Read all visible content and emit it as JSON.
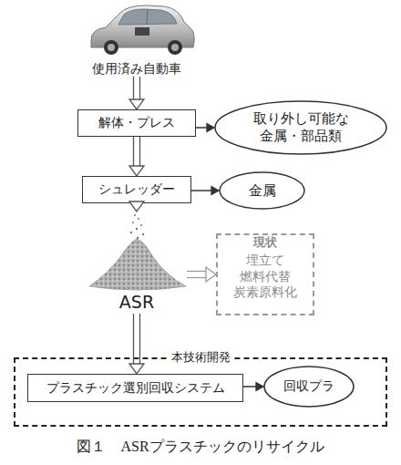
{
  "diagram": {
    "caption": "図１　ASRプラスチックのリサイクル",
    "nodes": [
      {
        "text": [
          "使用済み自動車"
        ]
      },
      {
        "text": [
          "解体・プレス"
        ]
      },
      {
        "text": [
          "取り外し可能な 金属・部品類"
        ]
      },
      {
        "text": [
          "シュレッダー"
        ]
      },
      {
        "text": [
          "金属"
        ]
      },
      {
        "text": [
          "ASR"
        ]
      },
      {
        "text": [
          "現状",
          "埋立て 燃料代替 炭素原料化"
        ]
      },
      {
        "text": [
          "本技術開発"
        ]
      },
      {
        "text": [
          "プラスチック選別回収システム"
        ],
        "in": 7
      },
      {
        "text": [
          "回収プラ"
        ],
        "in": 7
      }
    ],
    "edges": [
      {
        "from": 0,
        "to": 1,
        "arrow": "to"
      },
      {
        "from": 1,
        "to": 2,
        "arrow": "to"
      },
      {
        "from": 1,
        "to": 3,
        "arrow": "to"
      },
      {
        "from": 3,
        "to": 4,
        "arrow": "to"
      },
      {
        "from": 3,
        "to": 5,
        "arrow": "to"
      },
      {
        "from": 5,
        "to": 6,
        "arrow": "to"
      },
      {
        "from": 5,
        "to": 8,
        "arrow": "to"
      },
      {
        "from": 8,
        "to": 9,
        "arrow": "to"
      }
    ]
  }
}
